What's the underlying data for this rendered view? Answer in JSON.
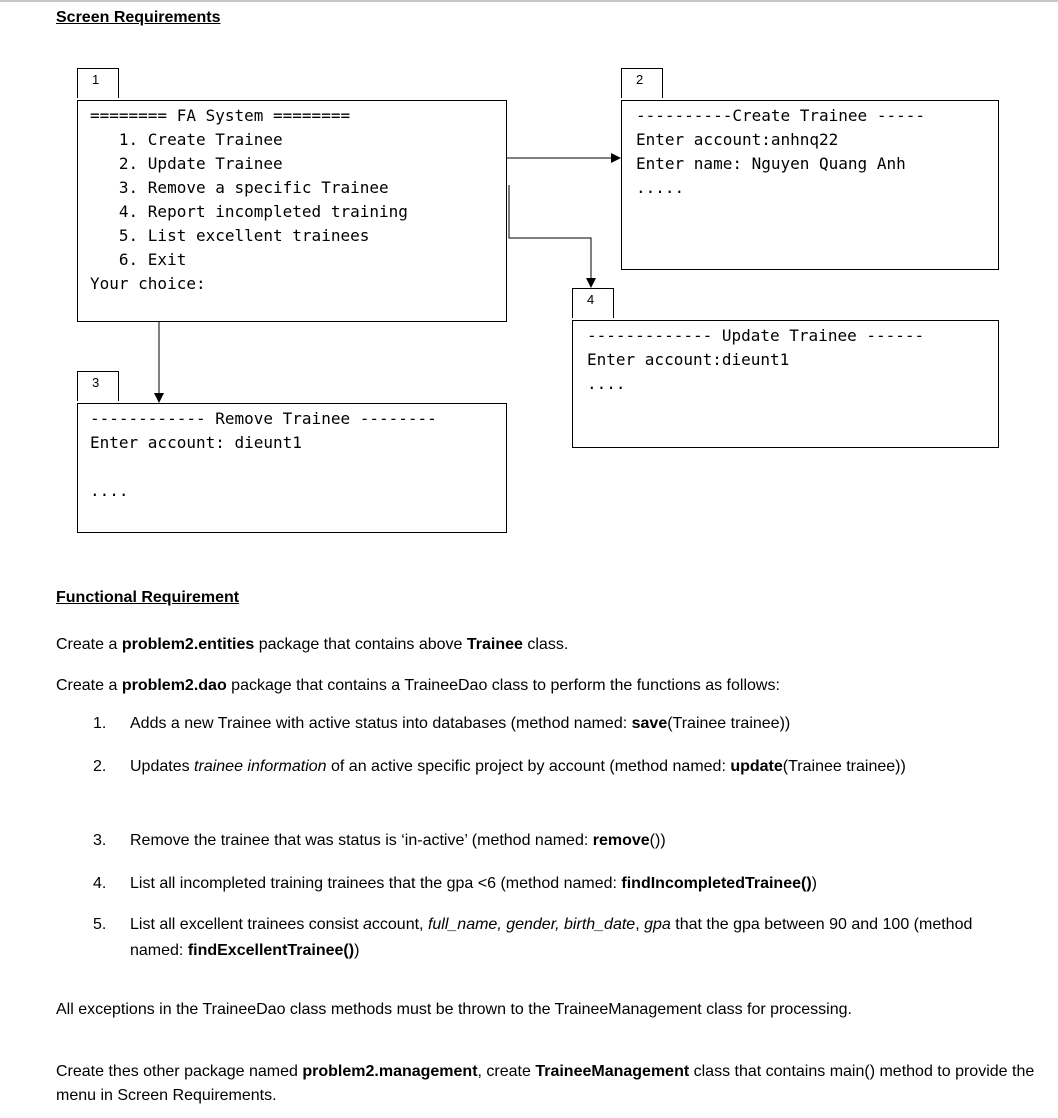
{
  "screen_heading": "Screen Requirements",
  "screens": {
    "main_menu": {
      "tab": "1",
      "lines": [
        "======== FA System ========",
        "   1. Create Trainee",
        "   2. Update Trainee",
        "   3. Remove a specific Trainee",
        "   4. Report incompleted training",
        "   5. List excellent trainees",
        "   6. Exit",
        "Your choice:"
      ]
    },
    "create": {
      "tab": "2",
      "lines": [
        "----------Create Trainee -----",
        "Enter account:anhnq22",
        "Enter name: Nguyen Quang Anh",
        "....."
      ]
    },
    "remove": {
      "tab": "3",
      "lines": [
        "------------ Remove Trainee --------",
        "Enter account: dieunt1",
        "",
        "...."
      ]
    },
    "update": {
      "tab": "4",
      "lines": [
        "------------- Update Trainee ------",
        "Enter account:dieunt1",
        "...."
      ]
    }
  },
  "functional_heading": "Functional Requirement",
  "entities_para": {
    "a": "Create a ",
    "pkg": "problem2.entities",
    "b": " package that contains above ",
    "cls": "Trainee",
    "c": " class."
  },
  "dao_para": {
    "a": "Create a ",
    "pkg": "problem2.dao",
    "b": " package that contains a TraineeDao class to perform the functions as follows:"
  },
  "items": [
    {
      "num": "1.",
      "t1": "Adds a new Trainee with active status into databases (method named: ",
      "method": "save",
      "t2": "(Trainee trainee))"
    },
    {
      "num": "2.",
      "t1": "Updates ",
      "italic": "trainee information",
      "t2": " of an active specific project by account  (method named: ",
      "method": "update",
      "t3": "(Trainee trainee))"
    },
    {
      "num": "3.",
      "t1": "Remove the trainee that was status is ‘in-active’ (method named: ",
      "method": "remove",
      "t2": "())"
    },
    {
      "num": "4.",
      "t1": "List all incompleted training trainees  that the gpa <6 (method named: ",
      "method": "findIncompletedTrainee()",
      "t2": ")"
    },
    {
      "num": "5.",
      "t1": "List all excellent trainees consist ",
      "i1": "a",
      "t2": "ccount, ",
      "i2": "full_name, gender, birth_date",
      "t3": ", ",
      "i3": "gpa",
      "t4": " that the gpa  between 90 and 100 (method named: ",
      "method": "findExcellentTrainee()",
      "t5": ")"
    }
  ],
  "exceptions_para": "All exceptions in the TraineeDao class methods must be thrown to the TraineeManagement class for processing.",
  "management_para": {
    "a": "Create thes other package named ",
    "pkg": "problem2.management",
    "b": ", create ",
    "cls": "TraineeManagement",
    "c": " class that contains main() method to provide the menu in Screen Requirements."
  }
}
